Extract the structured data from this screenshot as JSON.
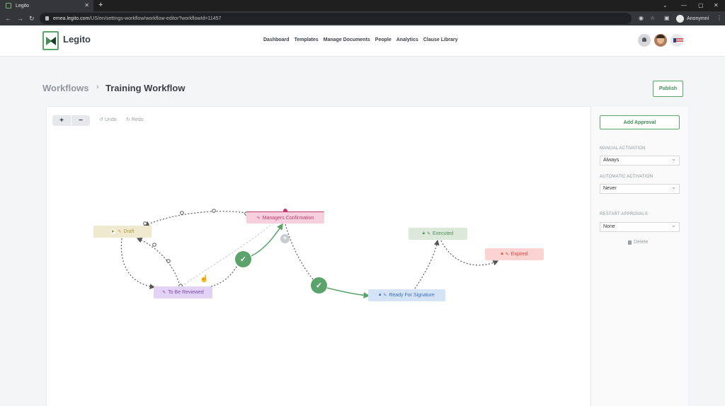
{
  "browser": {
    "tab_title": "Legito",
    "tab_close": "✕",
    "new_tab": "+",
    "url_host": "emea.legito.com",
    "url_path": "/US/en/settings-workflow/workflow-editor?workflowId=11457",
    "profile_name": "Anonymní"
  },
  "header": {
    "logo_text": "Legito",
    "nav": [
      "Dashboard",
      "Templates",
      "Manage Documents",
      "People",
      "Analytics",
      "Clause Library"
    ]
  },
  "breadcrumb": {
    "root": "Workflows",
    "separator": "›",
    "current": "Training Workflow"
  },
  "publish_label": "Publish",
  "toolbar": {
    "zoom_in": "+",
    "zoom_out": "−",
    "undo": "Undo",
    "redo": "Redo"
  },
  "nodes": {
    "draft": "Draft",
    "review": "To Be Reviewed",
    "managers": "Managers Confirmation",
    "executed": "Executed",
    "expired": "Expired",
    "ready": "Ready For Signature"
  },
  "panel": {
    "add_approval": "Add Approval",
    "manual_label": "MANUAL ACTIVATION",
    "manual_value": "Always",
    "auto_label": "AUTOMATIC ACTIVATION",
    "auto_value": "Never",
    "restart_label": "RESTART APPROVALS",
    "restart_value": "None",
    "delete_label": "Delete"
  },
  "colors": {
    "accent": "#5aa36b",
    "draft": "#efe9d0",
    "review": "#e2d2f3",
    "managers": "#f6d0dd",
    "executed": "#dce8d9",
    "expired": "#fbd4d2",
    "ready": "#d4e3f6"
  }
}
